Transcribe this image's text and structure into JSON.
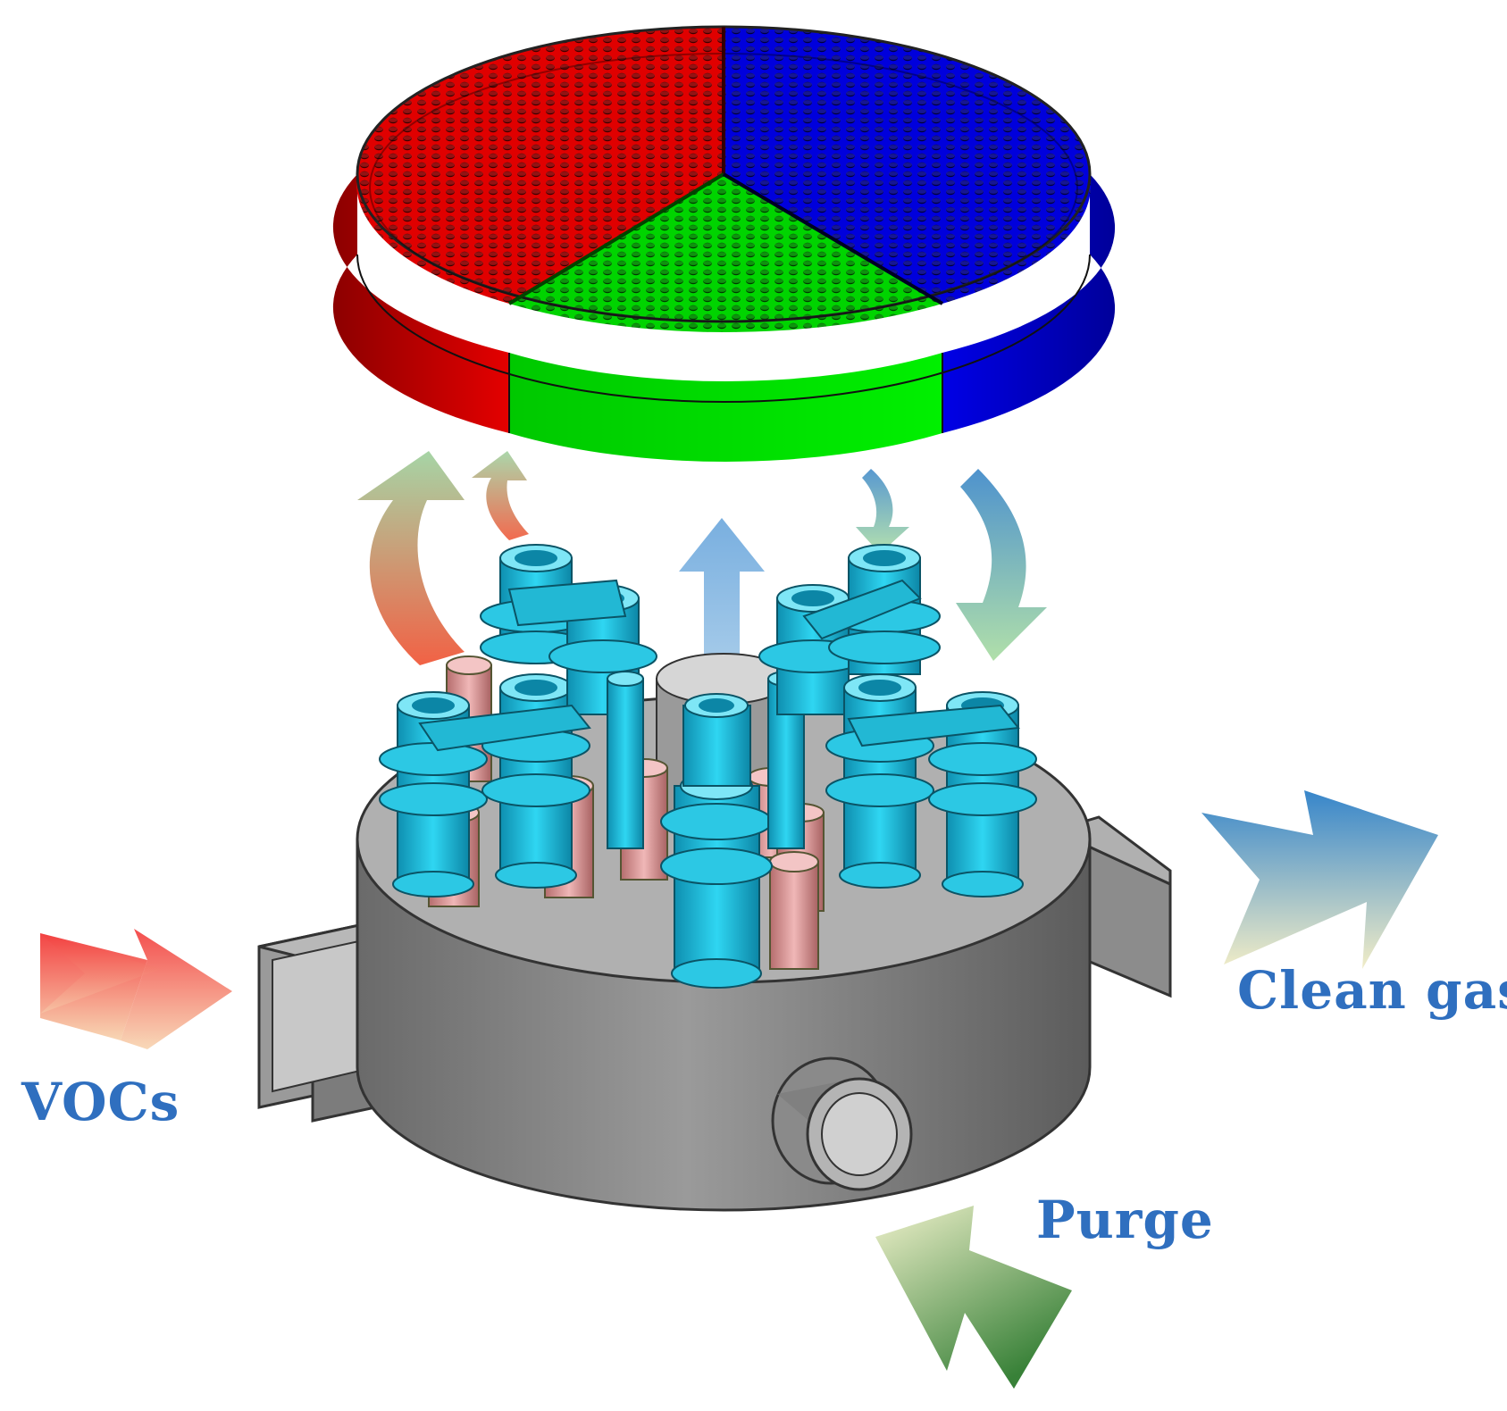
{
  "labels": {
    "vocs": "VOCs",
    "clean_gas": "Clean gas",
    "purge": "Purge"
  },
  "colors": {
    "zone_red": "#e00000",
    "zone_green": "#00e000",
    "zone_blue": "#0000e0",
    "valve_cyan": "#19b9d6",
    "pipe_pink": "#d99a9a",
    "housing_gray": "#8a8a8a",
    "label_blue": "#2f6fbf"
  },
  "arrows": {
    "vocs": [
      "#f23a3a",
      "#f7c6a0"
    ],
    "clean_gas": [
      "#2c7fc7",
      "#f1ecc4"
    ],
    "purge": [
      "#eef0c8",
      "#2d7a2d"
    ]
  }
}
